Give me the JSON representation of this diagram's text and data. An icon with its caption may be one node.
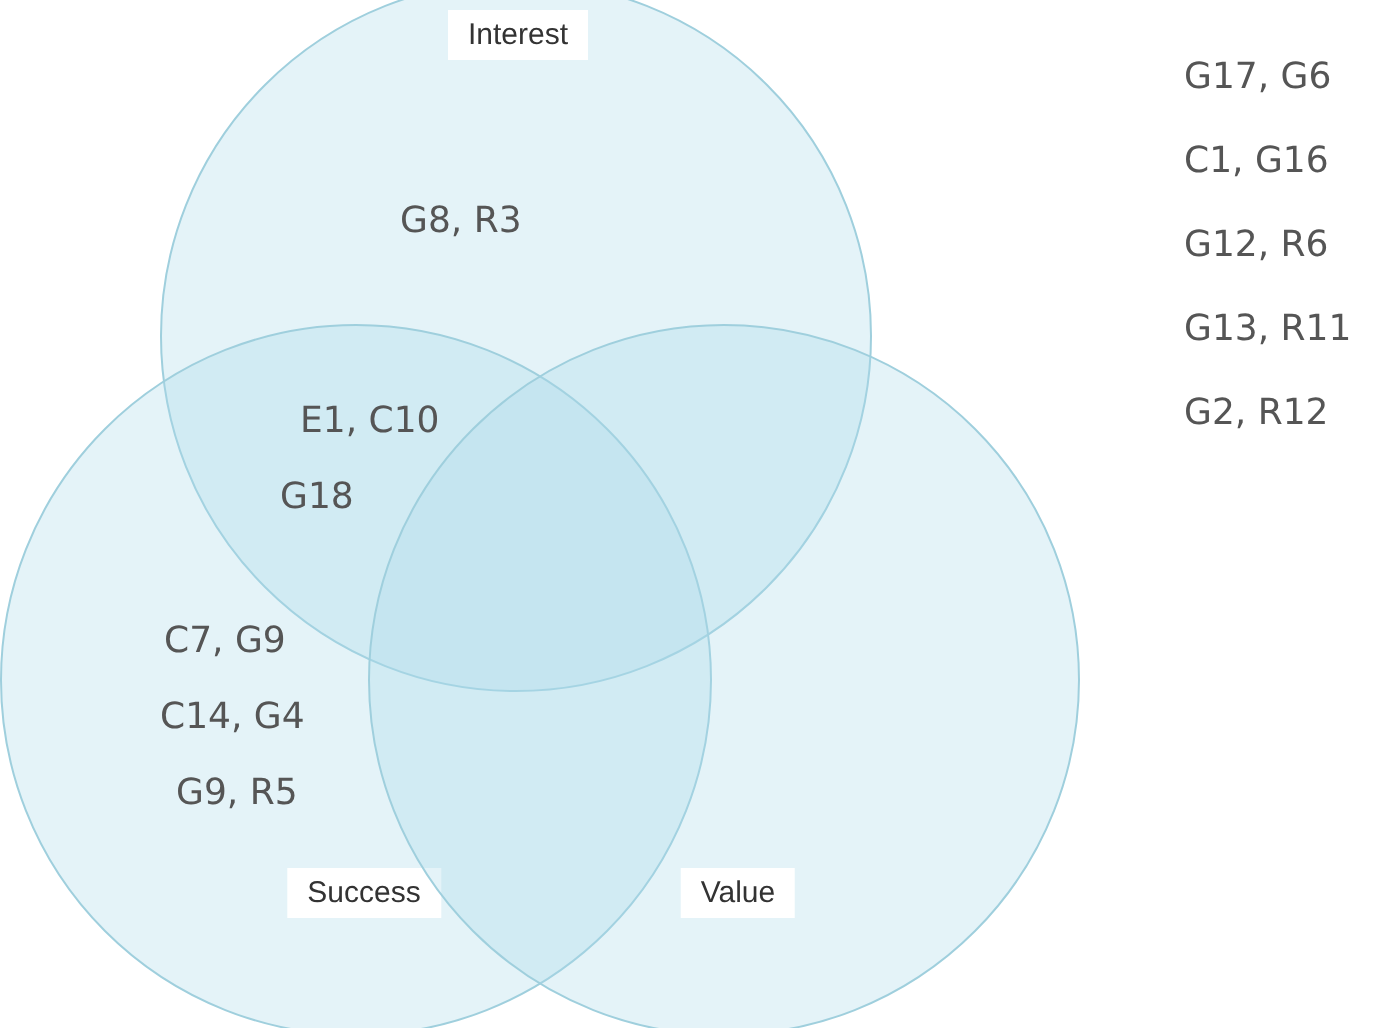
{
  "diagram": {
    "nodes": [
      {
        "text": [
          "Interest"
        ]
      },
      {
        "text": [
          "Success"
        ]
      },
      {
        "text": [
          "Value"
        ]
      }
    ],
    "labels": [
      "G8, R3",
      "E1, C10",
      "G18",
      "C7, G9",
      "C14, G4",
      "G9, R5",
      "G17, G6",
      "C1, G16",
      "G12, R6",
      "G13, R11",
      "G2, R12"
    ]
  }
}
